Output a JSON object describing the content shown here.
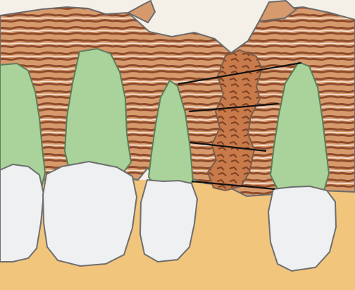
{
  "diagram": {
    "kind": "dental-cross-section-illustration",
    "colors": {
      "background": "#f4f0e8",
      "crown_area": "#f2c57d",
      "bone_base": "#d79a6c",
      "bone_stripe": "#8e4b2c",
      "bone_outline": "#6b6b6b",
      "tooth_root": "#a9d39a",
      "tooth_outline": "#5f7d5a",
      "crown_fill": "#eef0f1",
      "crown_outline": "#6e6e6e",
      "graft_fill": "#c87a4a",
      "graft_dark": "#7d3f22",
      "connector_line": "#111111"
    },
    "components": [
      "alveolar-bone",
      "tooth-roots",
      "tooth-crowns",
      "bone-graft",
      "splint-lines"
    ]
  }
}
